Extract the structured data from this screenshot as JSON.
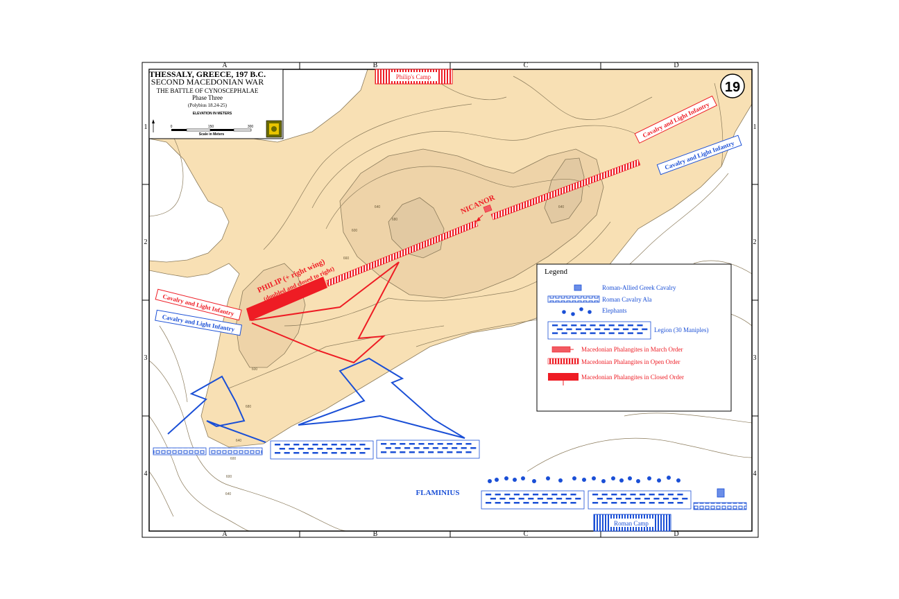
{
  "map": {
    "number": "19",
    "title_lines": [
      "THESSALY, GREECE, 197 B.C.",
      "SECOND MACEDONIAN WAR"
    ],
    "battle": "THE BATTLE OF CYNOSCEPHALAE",
    "phase": "Phase Three",
    "source": "(Polybius 18.24-25)",
    "elevation_note": "ELEVATION IN METERS",
    "scale": {
      "ticks": [
        "0",
        "150",
        "300"
      ],
      "caption": "Scale in Meters"
    },
    "grid": {
      "columns": [
        "A",
        "B",
        "C",
        "D"
      ],
      "rows": [
        "1",
        "2",
        "3",
        "4"
      ]
    },
    "contour_labels": [
      "640",
      "680",
      "600",
      "660",
      "640",
      "600",
      "680",
      "640",
      "600",
      "600",
      "640"
    ]
  },
  "labels": {
    "philips_camp": "Philip's Camp",
    "roman_camp": "Roman Camp",
    "nicanor": "NICANOR",
    "philip_line1": "PHILIP (+ right wing)",
    "philip_line2": "(doubled and closed to right)",
    "flaminius": "FLAMINIUS",
    "mac_cav_left": "Cavalry and Light Infantry",
    "rom_cav_left": "Cavalry and Light Infantry",
    "mac_cav_right": "Cavalry and Light Infantry",
    "rom_cav_right": "Cavalry and Light Infantry"
  },
  "legend": {
    "title": "Legend",
    "items": [
      {
        "label": "Roman-Allied Greek Cavalry",
        "color": "#1a4fd6"
      },
      {
        "label": "Roman Cavalry Ala",
        "color": "#1a4fd6"
      },
      {
        "label": "Elephants",
        "color": "#1a4fd6"
      },
      {
        "label": "Legion (30 Maniples)",
        "color": "#1a4fd6"
      },
      {
        "label": "Macedonian Phalangites in March Order",
        "color": "#ee1c24"
      },
      {
        "label": "Macedonian Phalangites in Open Order",
        "color": "#ee1c24"
      },
      {
        "label": "Macedonian Phalangites in Closed Order",
        "color": "#ee1c24"
      }
    ]
  },
  "colors": {
    "macedonian": "#ee1c24",
    "roman": "#1a4fd6",
    "terrain": "#f8e0b4",
    "terrain_mid": "#eed3a8",
    "terrain_high": "#e2c9a2",
    "contour": "#8a7a5a"
  }
}
